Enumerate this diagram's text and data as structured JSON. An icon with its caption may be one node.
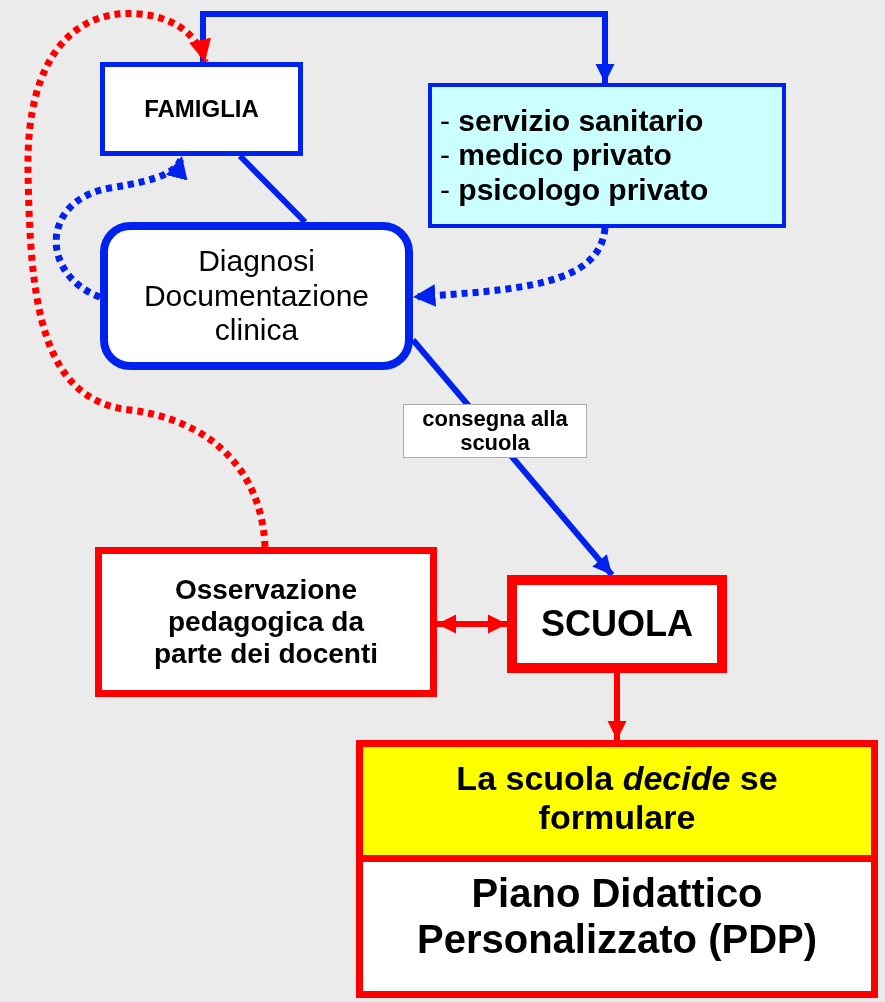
{
  "diagram": {
    "nodes": [
      {
        "text": [
          "FAMIGLIA"
        ]
      },
      {
        "text": [
          "- **servizio sanitario**",
          "- **medico privato**",
          "- **psicologo privato**"
        ]
      },
      {
        "text": [
          "Diagnosi Documentazione clinica"
        ]
      },
      {
        "text": [
          "Osservazione pedagogica da parte dei docenti"
        ]
      },
      {
        "text": [
          "SCUOLA"
        ]
      },
      {
        "text": [
          "La scuola *decide* se formulare",
          "Piano Didattico Personalizzato (PDP)"
        ]
      }
    ],
    "edges": [
      {
        "from": 0,
        "to": 1,
        "arrow": "to"
      },
      {
        "from": 1,
        "to": 2,
        "arrow": "to",
        "style": "dashed"
      },
      {
        "from": 2,
        "to": 0,
        "arrow": "to",
        "style": "dashed"
      },
      {
        "from": 0,
        "to": 2,
        "arrow": "none"
      },
      {
        "from": 2,
        "to": 4,
        "arrow": "to",
        "label": "consegna alla scuola"
      },
      {
        "from": 3,
        "to": 0,
        "arrow": "to",
        "style": "dashed",
        "color": "#ff0000"
      },
      {
        "from": 3,
        "to": 4,
        "arrow": "both",
        "color": "#ff0000"
      },
      {
        "from": 4,
        "to": 5,
        "arrow": "to",
        "color": "#ff0000"
      }
    ]
  }
}
